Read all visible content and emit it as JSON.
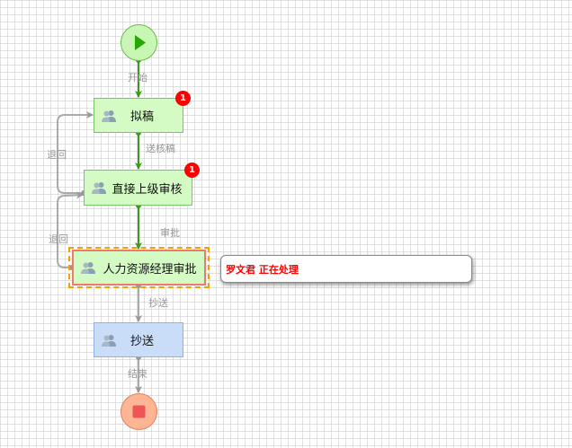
{
  "nodes": {
    "start": {
      "type": "start"
    },
    "draft": {
      "label": "拟稿",
      "badge": "1"
    },
    "supervisor_review": {
      "label": "直接上级审核",
      "badge": "1"
    },
    "hr_manager_approval": {
      "label": "人力资源经理审批"
    },
    "cc": {
      "label": "抄送"
    },
    "end": {
      "type": "end"
    }
  },
  "edges": {
    "start_label": "开始",
    "submit_label": "送核稿",
    "return1_label": "退回",
    "approve_label": "审批",
    "return2_label": "退回",
    "cc_label": "抄送",
    "end_label": "结束"
  },
  "tooltip": {
    "text": "罗文君 正在处理"
  },
  "colors": {
    "active_edge": "#3a9b1a",
    "inactive_edge": "#a0a0a0",
    "selection": "#f5a000",
    "badge": "#ff0000"
  }
}
